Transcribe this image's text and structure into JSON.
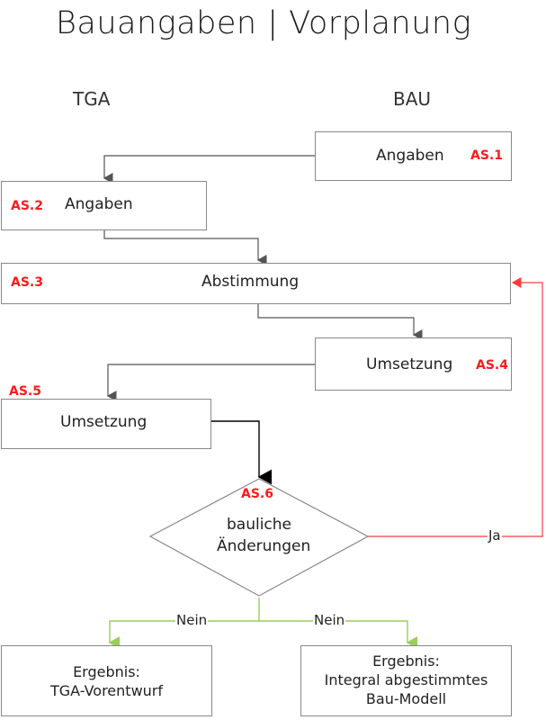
{
  "title": "Bauangaben | Vorplanung",
  "columns": {
    "left": "TGA",
    "right": "BAU"
  },
  "nodes": {
    "as1": {
      "label": "Angaben",
      "code": "AS.1"
    },
    "as2": {
      "label": "Angaben",
      "code": "AS.2"
    },
    "as3": {
      "label": "Abstimmung",
      "code": "AS.3"
    },
    "as4": {
      "label": "Umsetzung",
      "code": "AS.4"
    },
    "as5": {
      "label": "Umsetzung",
      "code": "AS.5"
    },
    "as6": {
      "label_line1": "bauliche",
      "label_line2": "Änderungen",
      "code": "AS.6"
    },
    "result_left": {
      "line1": "Ergebnis:",
      "line2": "TGA-Vorentwurf"
    },
    "result_right": {
      "line1": "Ergebnis:",
      "line2": "Integral abgestimmtes",
      "line3": "Bau-Modell"
    }
  },
  "edges": {
    "yes": "Ja",
    "no_left": "Nein",
    "no_right": "Nein"
  },
  "colors": {
    "code": "#ff1a1a",
    "yes_line": "#ff3b3b",
    "no_line": "#9acd5a",
    "flow_line": "#555555",
    "box_border": "#888888"
  }
}
